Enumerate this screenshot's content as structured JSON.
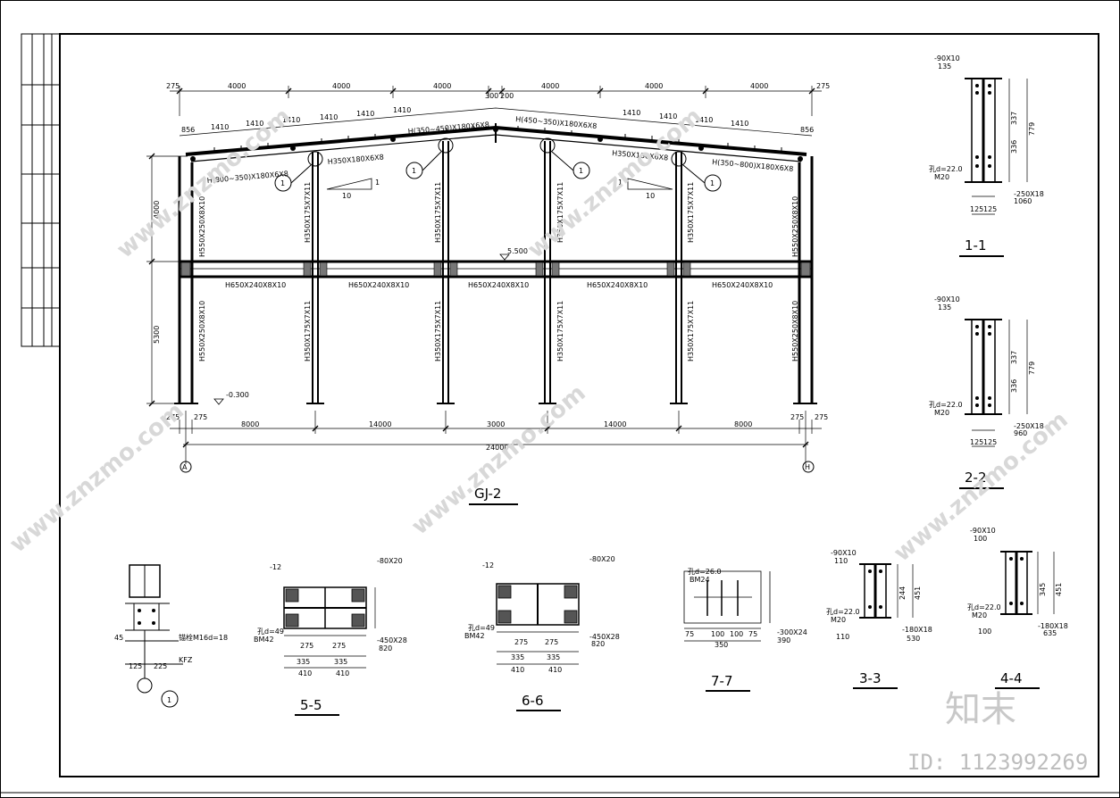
{
  "drawing": {
    "frame_title": "GJ-2",
    "grid_axes": {
      "left": "A",
      "right": "H"
    },
    "top_dims": [
      "275",
      "4000",
      "4000",
      "4000",
      "300",
      "200",
      "4000",
      "4000",
      "4000",
      "275"
    ],
    "panel_dims": [
      "856",
      "1410",
      "1410",
      "1410",
      "1410",
      "1410",
      "1410",
      "1410",
      "1410",
      "1410",
      "1410",
      "856"
    ],
    "bottom_dims": [
      "275",
      "275",
      "8000",
      "14000",
      "3000",
      "14000",
      "8000",
      "275",
      "275"
    ],
    "total_span": "24000",
    "heights": {
      "upper": "4000",
      "lower": "5300"
    },
    "elevations": {
      "floor": "5.500",
      "base": "-0.300"
    },
    "slope": {
      "rise": "1",
      "run": "10"
    },
    "rafters": {
      "left_end": "H(800~350)X180X6X8",
      "left_mid": "H350X180X6X8",
      "left_top": "H(350~450)X180X6X8",
      "right_top": "H(450~350)X180X6X8",
      "right_mid": "H350X180X6X8",
      "right_end": "H(350~800)X180X6X8"
    },
    "columns": {
      "edge_upper": "H550X250X8X10",
      "edge_lower": "H550X250X8X10",
      "inner": "H350X175X7X11"
    },
    "beam": "H650X240X8X10",
    "detail_ref": "1"
  },
  "sections": [
    {
      "name": "1-1",
      "dims": [
        "337",
        "336",
        "779",
        "125",
        "125",
        "1060"
      ],
      "plates": [
        "-90X10",
        "135",
        "-250X18"
      ],
      "bolt": "孔d=22.0",
      "bolt_size": "M20"
    },
    {
      "name": "2-2",
      "dims": [
        "337",
        "336",
        "779",
        "125",
        "125",
        "960"
      ],
      "plates": [
        "-90X10",
        "135",
        "-250X18"
      ],
      "bolt": "孔d=22.0",
      "bolt_size": "M20"
    },
    {
      "name": "3-3",
      "dims": [
        "244",
        "451",
        "530",
        "110"
      ],
      "plates": [
        "-90X10",
        "110",
        "-180X18"
      ],
      "bolt": "孔d=22.0",
      "bolt_size": "M20"
    },
    {
      "name": "4-4",
      "dims": [
        "345",
        "451",
        "635",
        "100"
      ],
      "plates": [
        "-90X10",
        "100",
        "-180X18"
      ],
      "bolt": "孔d=22.0",
      "bolt_size": "M20"
    },
    {
      "name": "5-5",
      "dims": [
        "275",
        "275",
        "335",
        "335",
        "410",
        "410",
        "820"
      ],
      "plates": [
        "-80X20",
        "-450X28",
        "-12"
      ],
      "bolt": "孔d=49",
      "bolt_size": "BM42"
    },
    {
      "name": "6-6",
      "dims": [
        "275",
        "275",
        "335",
        "335",
        "410",
        "410",
        "820"
      ],
      "plates": [
        "-80X20",
        "-450X28",
        "-12"
      ],
      "bolt": "孔d=49",
      "bolt_size": "BM42"
    },
    {
      "name": "7-7",
      "dims": [
        "75",
        "100",
        "100",
        "75",
        "350",
        "390"
      ],
      "plates": [
        "-300X24"
      ],
      "bolt": "孔d=26.0",
      "bolt_size": "BM24"
    }
  ],
  "detail1": {
    "dims": [
      "45",
      "125",
      "225"
    ],
    "label": "KFZ",
    "note": "锚栓M16d=18"
  },
  "watermark": {
    "site": "www.znzmo.com",
    "logo": "知末",
    "id": "ID: 1123992269"
  }
}
